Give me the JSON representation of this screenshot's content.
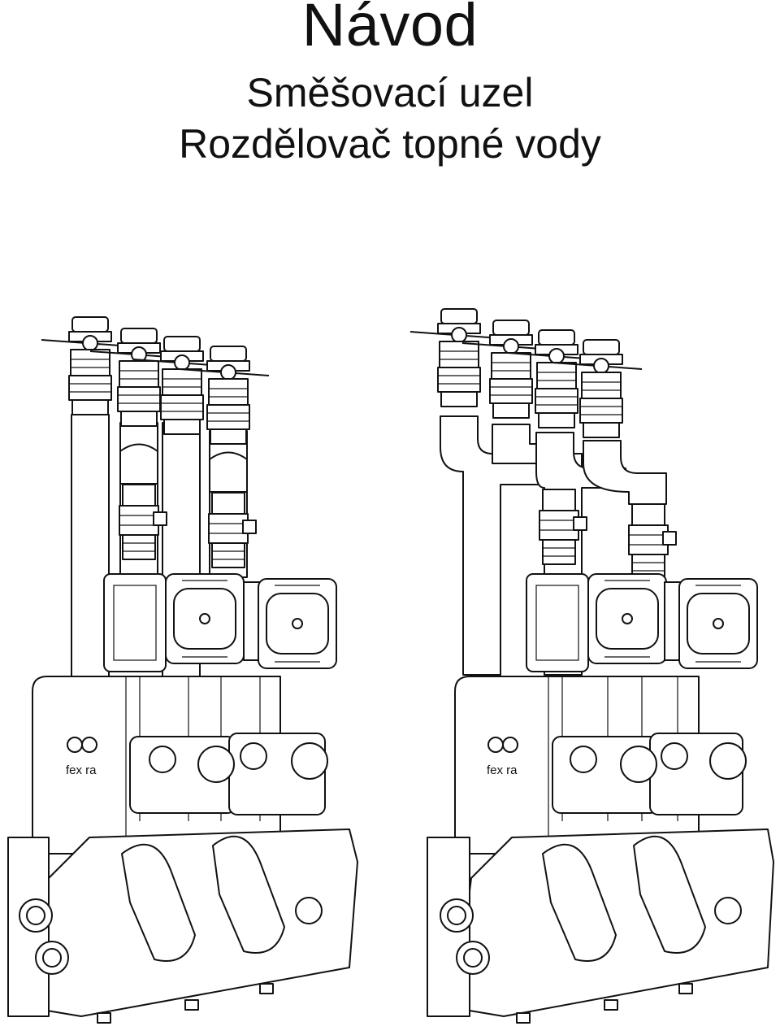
{
  "document": {
    "title": "Návod",
    "subtitle_line1": "Směšovací uzel",
    "subtitle_line2": "Rozdělovač topné vody"
  },
  "illustration": {
    "brand_left": "fex ra",
    "brand_right": "fex ra"
  }
}
